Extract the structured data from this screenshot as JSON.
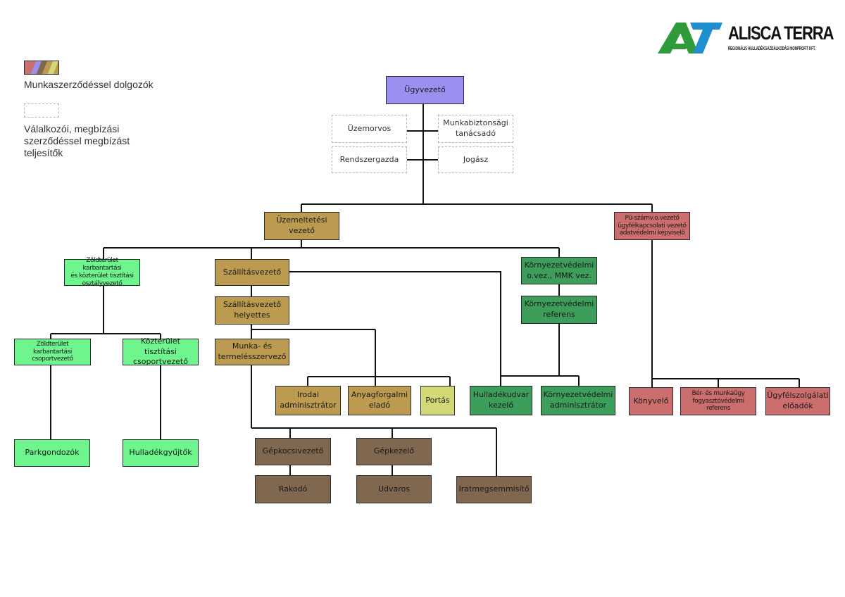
{
  "logo": {
    "name": "ALISCA TERRA",
    "subtitle": "REGIONÁLIS HULLADÉKGAZDÁLKODÁSI NONPROFIT KFT.",
    "green": "#2e9a3a",
    "blue": "#1f8fd0"
  },
  "legend": {
    "employees_label": "Munkaszerződéssel dolgozók",
    "contractors_label": "Válalkozói, megbízási\nszerződéssel megbízást\nteljesítők",
    "swatch_colors": [
      "#cd6e6e",
      "#9b8ff0",
      "#80674f",
      "#bc9a4f",
      "#d3d876"
    ]
  },
  "colors": {
    "purple": "#9b8ff0",
    "gold": "#bc9a4f",
    "light_green": "#6ef58d",
    "dark_green": "#3c9e5a",
    "red": "#cd6e6e",
    "brown": "#80674f",
    "yellow": "#d3d876"
  },
  "nodes": {
    "ugyvezeto": "Ügyvezető",
    "uzemorvos": "Üzemorvos",
    "munkabiztonsagi": "Munkabiztonsági\ntanácsadó",
    "rendszergazda": "Rendszergazda",
    "jogasz": "Jogász",
    "uzemeltetesi": "Üzemeltetési\nvezető",
    "pu_szamv": "Pü-számv.o.vezető\nügyfélkapcsolati vezető\nadatvédelmi képviselő",
    "zoldterulet_oszt": "Zöldterület karbantartási\nés közterület tisztítási\nosztályvezető",
    "szallitasvezeto": "Szállításvezető",
    "kornyezetvedelmi_vez": "Környezetvédelmi\no.vez., MMK vez.",
    "szallitas_helyettes": "Szállításvezető\nhelyettes",
    "kornyezetvedelmi_ref": "Környezetvédelmi\nreferens",
    "zoldterulet_csop": "Zöldterület karbantartási\ncsoportvezető",
    "kozterulet_csop": "Közterület tisztítási\ncsoportvezető",
    "munka_termeles": "Munka- és\ntermelésszervező",
    "irodai": "Irodai\nadminisztrátor",
    "anyagforgalmi": "Anyagforgalmi\neladó",
    "portas": "Portás",
    "hulladekudvar": "Hulladékudvar\nkezelő",
    "kornyezet_admin": "Környezetvédelmi\nadminisztrátor",
    "konyvelo": "Könyvelő",
    "ber_munkaugy": "Bér- és munkaügy\nfogyasztóvédelmi referens",
    "ugyfelszolgalati": "Ügyfélszolgálati\nelőadók",
    "parkgondozok": "Parkgondozók",
    "hulladekgyujtok": "Hulladékgyűjtők",
    "gepkocsivezeto": "Gépkocsivezető",
    "gepkezelo": "Gépkezelő",
    "rakodo": "Rakodó",
    "udvaros": "Udvaros",
    "iratmegsemmisito": "Iratmegsemmisítő"
  }
}
